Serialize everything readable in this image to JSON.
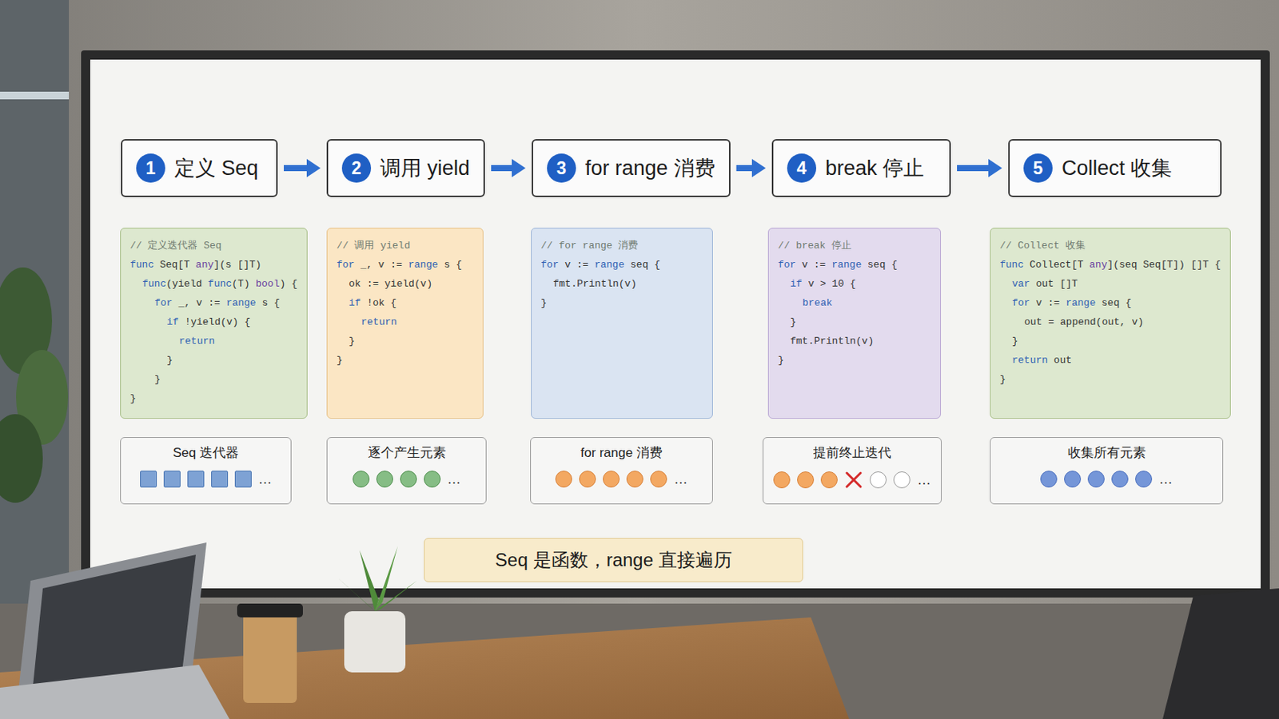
{
  "diagram": {
    "nodes": [
      {
        "text": [
          "定义 Seq"
        ]
      },
      {
        "text": [
          "1"
        ],
        "in": 0
      },
      {
        "text": [
          "调用 yield"
        ]
      },
      {
        "text": [
          "2"
        ],
        "in": 2
      },
      {
        "text": [
          "for range 消费"
        ]
      },
      {
        "text": [
          "3"
        ],
        "in": 4
      },
      {
        "text": [
          "break 停止"
        ]
      },
      {
        "text": [
          "4"
        ],
        "in": 6
      },
      {
        "text": [
          "Collect 收集"
        ]
      },
      {
        "text": [
          "5"
        ],
        "in": 8
      },
      {
        "text": [
          "// 定义迭代器 Seq",
          "func Seq[T any](s []T)",
          "func(yield func(T) bool) {",
          "for _, v := range s {",
          "if !yield(v) {",
          "return",
          "}",
          "}",
          "}"
        ]
      },
      {
        "text": [
          "// 调用 yield",
          "for _, v := range s {",
          "ok := yield(v)",
          "if !ok {",
          "return",
          "}",
          "}"
        ]
      },
      {
        "text": [
          "// for range 消费",
          "for v := range seq {",
          "fmt.Println(v)",
          "}"
        ]
      },
      {
        "text": [
          "// break 停止",
          "for v := range seq {",
          "if v > 10 {",
          "break",
          "}",
          "fmt.Println(v)",
          "}"
        ]
      },
      {
        "text": [
          "// Collect 收集",
          "func Collect[T any](seq Seq[T]) []T {",
          "var out []T",
          "for v := range seq {",
          "out = append(out, v)",
          "}",
          "return out",
          "}"
        ]
      },
      {
        "text": [
          "Seq 迭代器",
          "…"
        ]
      },
      {
        "text": [
          "逐个产生元素",
          "…"
        ]
      },
      {
        "text": [
          "for range 消费",
          "…"
        ]
      },
      {
        "text": [
          "提前终止迭代",
          "…"
        ]
      },
      {
        "text": [
          "收集所有元素",
          "…"
        ]
      },
      {
        "text": [
          "Seq 是函数，range 直接遍历"
        ]
      }
    ],
    "edges": [
      {
        "from": 0,
        "to": 2,
        "arrow": "to"
      },
      {
        "from": 2,
        "to": 4,
        "arrow": "to"
      },
      {
        "from": 4,
        "to": 6,
        "arrow": "to"
      },
      {
        "from": 6,
        "to": 8,
        "arrow": "to"
      }
    ]
  }
}
